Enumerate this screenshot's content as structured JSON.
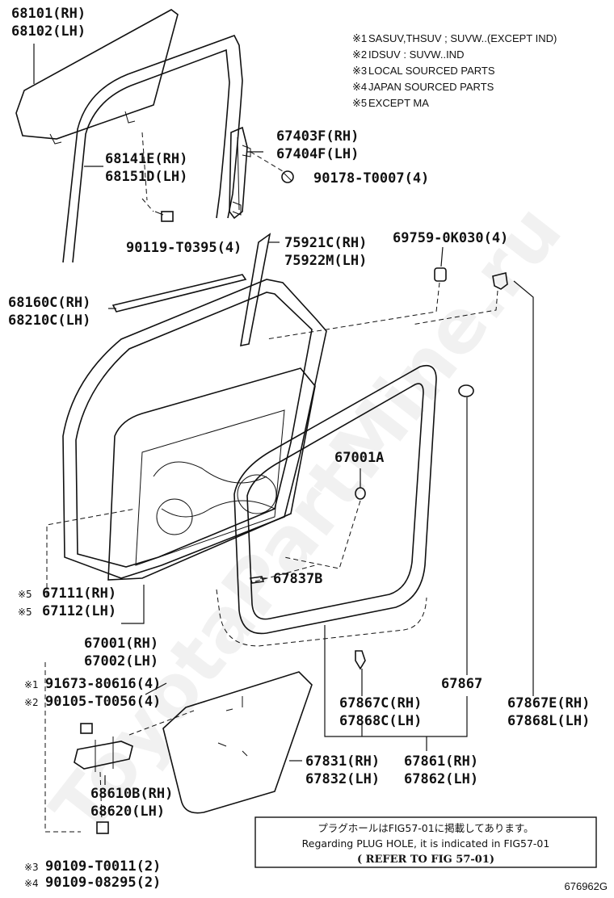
{
  "notes": [
    {
      "mark": "※1",
      "text": "SASUV,THSUV ; SUVW..(EXCEPT IND)"
    },
    {
      "mark": "※2",
      "text": "IDSUV : SUVW..IND"
    },
    {
      "mark": "※3",
      "text": "LOCAL SOURCED PARTS"
    },
    {
      "mark": "※4",
      "text": "JAPAN SOURCED PARTS"
    },
    {
      "mark": "※5",
      "text": "EXCEPT MA"
    }
  ],
  "labels": {
    "p68101": "68101(RH)",
    "p68102": "68102(LH)",
    "p68141E": "68141E(RH)",
    "p68151D": "68151D(LH)",
    "p90119": "90119-T0395(4)",
    "p67403F": "67403F(RH)",
    "p67404F": "67404F(LH)",
    "p90178": "90178-T0007(4)",
    "p75921C": "75921C(RH)",
    "p75922M": "75922M(LH)",
    "p69759": "69759-0K030(4)",
    "p68160C": "68160C(RH)",
    "p68210C": "68210C(LH)",
    "p67001A": "67001A",
    "p67837B": "67837B",
    "p67111": "67111(RH)",
    "p67112": "67112(LH)",
    "p67001": "67001(RH)",
    "p67002": "67002(LH)",
    "p91673": "91673-80616(4)",
    "p90105": "90105-T0056(4)",
    "p67867": "67867",
    "p67867C": "67867C(RH)",
    "p67868C": "67868C(LH)",
    "p67867E": "67867E(RH)",
    "p67868L": "67868L(LH)",
    "p67831": "67831(RH)",
    "p67832": "67832(LH)",
    "p67861": "67861(RH)",
    "p67862": "67862(LH)",
    "p68610B": "68610B(RH)",
    "p68620": "68620(LH)",
    "p90109a": "90109-T0011(2)",
    "p90109b": "90109-08295(2)"
  },
  "marks": {
    "m5a": "※5",
    "m5b": "※5",
    "m1": "※1",
    "m2": "※2",
    "m3": "※3",
    "m4": "※4"
  },
  "reference_box": {
    "line1": "プラグホールはFIG57-01に掲載してあります。",
    "line2": "Regarding PLUG HOLE, it is indicated in FIG57-01",
    "line3": "( REFER TO FIG 57-01)"
  },
  "figure_number": "676962G",
  "watermark": "ToyotaPartMine.ru"
}
